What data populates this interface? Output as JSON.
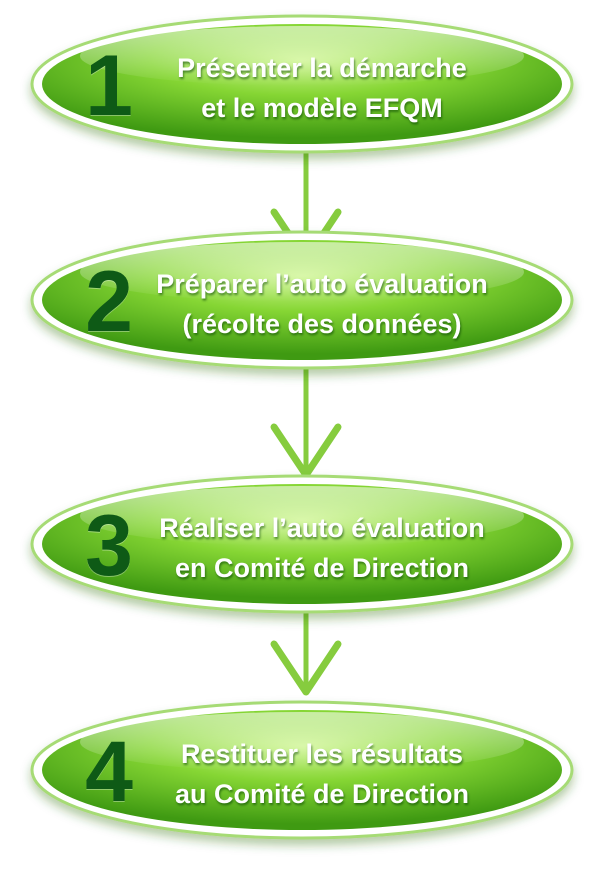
{
  "colors": {
    "ellipse_light": "#bdf07a",
    "ellipse_mid": "#7dd12c",
    "ellipse_dark": "#3f9a12",
    "ellipse_outline": "#a6db74",
    "arrow": "#86cc3e",
    "number": "#0e5a16",
    "text": "#ffffff"
  },
  "steps": [
    {
      "number": "1",
      "line1": "Présenter la démarche",
      "line2": "et le modèle EFQM"
    },
    {
      "number": "2",
      "line1": "Préparer l’auto évaluation",
      "line2": "(récolte des données)"
    },
    {
      "number": "3",
      "line1": "Réaliser l’auto évaluation",
      "line2": "en Comité de Direction"
    },
    {
      "number": "4",
      "line1": "Restituer les résultats",
      "line2": "au Comité de Direction"
    }
  ],
  "icons": {
    "connector": "down-arrow-icon"
  }
}
